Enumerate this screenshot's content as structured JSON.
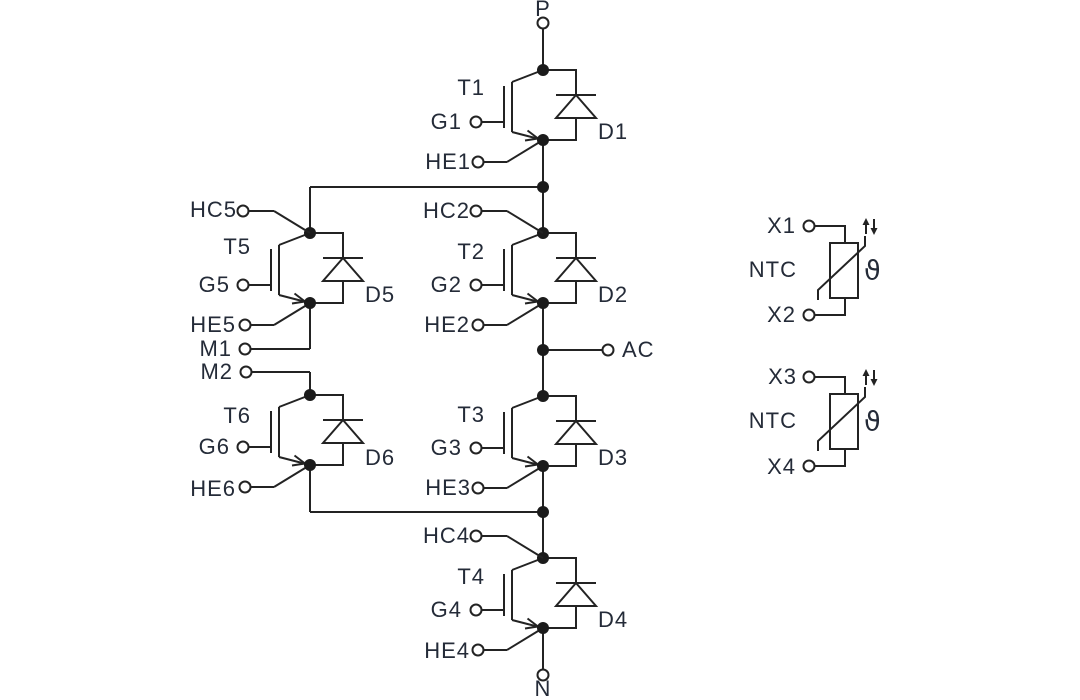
{
  "schematic": {
    "description": "IGBT power module circuit diagram with six IGBT/diode cells and two NTC thermistors",
    "background": "#ffffff",
    "line_color": "#232323",
    "text_color": "#242b38",
    "terminals": {
      "p": "P",
      "n": "N",
      "ac": "AC",
      "m1": "M1",
      "m2": "M2",
      "x1": "X1",
      "x2": "X2",
      "x3": "X3",
      "x4": "X4"
    },
    "igbts": {
      "t1": {
        "name": "T1",
        "gate": "G1",
        "aux_emitter": "HE1",
        "diode": "D1"
      },
      "t2": {
        "name": "T2",
        "gate": "G2",
        "aux_emitter": "HE2",
        "diode": "D2",
        "aux_collector": "HC2"
      },
      "t3": {
        "name": "T3",
        "gate": "G3",
        "aux_emitter": "HE3",
        "diode": "D3"
      },
      "t4": {
        "name": "T4",
        "gate": "G4",
        "aux_emitter": "HE4",
        "diode": "D4",
        "aux_collector": "HC4"
      },
      "t5": {
        "name": "T5",
        "gate": "G5",
        "aux_emitter": "HE5",
        "diode": "D5",
        "aux_collector": "HC5"
      },
      "t6": {
        "name": "T6",
        "gate": "G6",
        "aux_emitter": "HE6",
        "diode": "D6"
      }
    },
    "thermistors": {
      "ntc1": {
        "label": "NTC",
        "theta": "ϑ"
      },
      "ntc2": {
        "label": "NTC",
        "theta": "ϑ"
      }
    },
    "icons": {
      "temperature_arrows": "↑↓"
    }
  }
}
